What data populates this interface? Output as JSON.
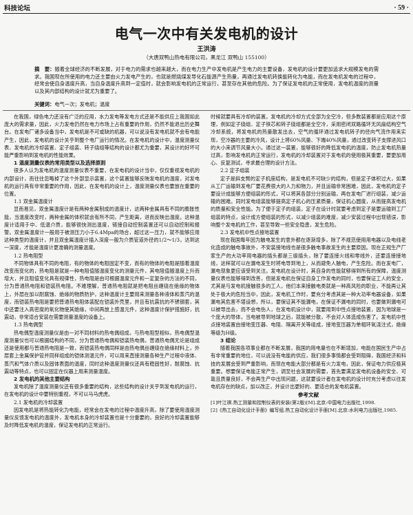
{
  "running_head": {
    "left": "科技论坛",
    "right": "· 59 ·"
  },
  "title": "电气一次中有关发电机的设计",
  "author": "王洪涛",
  "affiliation": "（大唐双鸭山热电有限公司，黑龙江  双鸭山  155100）",
  "abstract": {
    "label": "摘　要：",
    "text": "随着全球经济的不断发展，对于电力的需求也越来越大，而在电力生产中发电机是产生电力的主要设备，发电机的设计要更加追求大规模发电的需求。我国现在所使用的电力还主要由火力发电产生的，也就是燃烧煤发导化石能源产生热量，再通过发电机转换能转化为电能，而在发电机发电的过程中，经常会使自身温度升高，当自身温度升高到一定值时，就会影响发电机的正常运行，甚至存在其他的危险。为了保证发电机的正常使用，发电机温度的测量以及其内部结构的设计就尤为重要了。"
  },
  "keywords": {
    "label": "关键词：",
    "text": "电气一次；发电机；温度"
  },
  "left_column": [
    {
      "type": "p",
      "text": "在我国，绿色电力还没有广泛的应用，水力发电等发电方式还是不能供应上我国如此庞大的需求量，因此，火力发电仍然在电力市场上占有重要的作用，仍然不能退出历史舞台。在发电厂诸多设备当中，发电机是不可或缺的机器，可以说没有发电机就不会有电能产生，因此，发电机的设计关乎到整个电厂运行的情况。在发电机的设计中，温度测量仪表、发电机的冷却装置、定子组装、转子绕组等结构的设计都尤为重要，其设计的好坏可能严重影响到发电机的性能效果。"
    },
    {
      "type": "h3",
      "text": "1  温度测量仪表的常用类型以及选择原则"
    },
    {
      "type": "p",
      "text": "很多人认为发电机的温度测量仪表不重要，在发电机的设计当中，仅仅重视发电机的内部设计，而往往忽略掉了这个外部显示装置，这个装置能够反映发电机的温度，对发电机的运行具有非常重要的作用，因此，在发电机的设计上，温度测量仪表也要放在重要的位置。"
    },
    {
      "type": "h4",
      "text": "1.1 双金属温度计"
    },
    {
      "type": "p",
      "text": "显而易见，双金属温度计是有两种金属制成的温度计，这两种金属具有不同的膨胀性能，当温度改变时，两种金属的体积就会有所不同，产生距离，进而反映出温度。这种温度计适用于中、低温介质，能够很快测出温度，链接自动控制装置还可以自动控制和报警。双金属温度计一般用于被测压力小于6.4Mpa的场合，超过这一压力，就不能够应用这种类型的温度计，并且双金属温度计插入深度一般为介质管道外径的1/2～1/3，达到这一深度，才能是温度计更准确的测量温度。"
    },
    {
      "type": "h4",
      "text": "1.2 热电阻型"
    },
    {
      "type": "p",
      "text": "不同物体具有不同的电阻，有的物体的电阻固定不变，而有的物体的电阻是随着温度改变而变化的，热电阻是就是一种电阻值随温度变化的测量元件，其电阻值随温度上升而增大，并且阻值变化具有规律性，热电阻是由可根据温度元件和一定复杂的方法的不同，分为普通热电阻和铠装热电阻。不难理解，普通热电阻就是把电阻丝缠绕在绝缘的物体上，外层在加以耐腐蚀、绝缘的物质防护，这种温度计主要用来测量各种液体和蒸汽的温度，而铠装热电阻是要把普通热电阻体装配在铠装外壳里，并且有抗震抗的不锈钢套，其中还要注入高密度的氧化物使其绝缘，中间再放上感温元件，这种温度计保护措施好，抗震动，非常适合安装在需要测量温度的设备上。"
    },
    {
      "type": "h4",
      "text": "1.3 热电偶型"
    },
    {
      "type": "p",
      "text": "热电偶型温度测量仪是由一对不同材料的热电偶组成，与热电阻型相似，热电偶型温度测量仪也可以根据结构的不同，分为普通热电偶和铠装热电偶，普通热电偶无论是组成还是使用都与普通热电阻是一致，而铠装热电偶同样是由热电偶丝缠绕在绝缘材料上，外层套上金属保护管并同样组成的铠体测温元件，可以用来直接测量各种生产过程中液体、蒸汽和气体介质以及固体表面的温度，同时这种温度测量仪还具有稳固性好，耐腐蚀、抗震动等特点，也可以固定在仪器上用来测量温度。"
    },
    {
      "type": "h3",
      "text": "2  发电机的其他主要结构"
    },
    {
      "type": "p",
      "text": "发电机除了温度测量仪还有很多重要的结构，这些结构的设计关乎到发电机的运行，在发电机的设计中要特别重视，不可以马马虎虎。"
    },
    {
      "type": "h4",
      "text": "2.1 发电机的冷却装置"
    },
    {
      "type": "p",
      "text": "因发电机是将热能转化为电能，经常会在发电的过程中温度升高，除了要使用温度测量仪反馈发电机的温度外，发电机本身的冷却装置也是十分重要的，良好的冷却装置能够及时降低发电机的温度，保证发电机的正常运行。"
    }
  ],
  "right_column": [
    {
      "type": "pf",
      "text": "时候就要具有冷却的装置。发电机的冷却方式全部为全空冷，但多数装置都是应用这个原理，例如定子绕组、定子铁芯和转子绕组都是全空冷，采用密闭双路循环无风扇结构空气冷却系统，将发电机的热量散发出去，空气的循环通过发电机转子的径向气流作用来实现，空冷器的主要的冷风，设计上将60%风量、下端40%风量，通过改变转子支撑进风口的大小来调节风量大小。通过这一装置，能够很好的降低发电机的温度，防止发电机热量过高，影响发电机的正常运行，发电机的冷却装置对于发电机的使用极其重要，要更加用心、反复测试，寻求最合理的设计方法。"
    },
    {
      "type": "h4",
      "text": "2.2 定子组装"
    },
    {
      "type": "p",
      "text": "定子是斜支臂的定子机座结构，是发电机不可缺少的结构，但是定子体积过大，如果从工厂运输到发电厂要花费很大的人力和物力，并且运输非常困难，因此，发电机的定子要设计成能够方便组装的形式，可以将其各部分分别运输，再在发电厂进行组装，减少运输的困难。同时发电组装能够提高定子机心的压紧质量，保证机心圆度，从而提高发电机的质量和安全性能。为了便于定子的组装，定子在设计时就要考虑到定子是要运输到工厂组装的特点，设计成方便组装的形式，以减少组装的难度，减少安装过程中出现错误，影响整个发电机的工作，甚至导致一些安全隐患，发生危险。"
    },
    {
      "type": "h4",
      "text": "2.3 发电机中性点接地装置"
    },
    {
      "type": "p",
      "text": "现在我国每年因为触电发生的意外都在逐渐增多，除了不规范使用用电器以及电线老化造成的触电事故外，不安装接地线也是很多触电事故发生的主要原因。现在正规生产厂家生产的大功率用电器的插头都是三级插头，除了要连接火线和零线外，还要连接接地线，这样就可以在漏电发生时将电导到地上，从而避免人触电，产生危险。而在发电厂，漏电现象更应该受到关注。发电机在设计时，其自身的性能就够得到所有的保障，温度测量仪表也能够得到改善，但是发电机在保证自身工作发电的同时，也要保证工人的安全，尤其是与发电机接触很多的工人，他们本来接触电类就是一种高风险的职业，不能再让其处于极大的危险当中，因此，发电机工作时，要充分考虑其是一种大功率电器设备，如果漏电其危害不堪设想，所以，要保证其不能漏电，在保证不漏电的同时，也要做到漏电可以被导出去，而不会电伤人，在发电机设计中，就要用到中性点接地装置，因为地球是一个庞大的导体，当电被导到地球之后，就能被分散，不会对人体造成伤害了。发电机中性点接地装置由接地变压器、电阻、隔离开关等组成，接地变压器为单相环氧浇注式，绝缘等级为H级。"
    },
    {
      "type": "h3",
      "text": "3  结论"
    },
    {
      "type": "p",
      "text": "随着我国各项事业都在不断发展，我国的用电量也在不断增加，电能在国民生产中占有非常重要的地位，可以说没有电能的供应，我们很多事情都会受到阻碍，我国经济和科技的发展会受到严重影响，而现在电能大部分都是有火力发电，因此，保证电力供应极其重要。想要保证电能正常产生，调至社会发展的需要，首先要满足发电机设备的安全、可靠且质量良好，不会再生产中出现问题，这就要设计者在发电机的设计时充分考虑以往发电机存在的缺点，加以改正，并设计出更好的、更适合的发电机装置。"
    },
    {
      "type": "refs",
      "text": "参考文献"
    },
    {
      "type": "ref",
      "text": "[1]叶江祺.热工测量和控制仪表的安装(第2版)[M].北京:中国电力出版社,1998."
    },
    {
      "type": "ref",
      "text": "[2]《热工自动化设计手册》编写组.热工自动化设计手册[M].北京:水利电力出版社,1985."
    }
  ]
}
